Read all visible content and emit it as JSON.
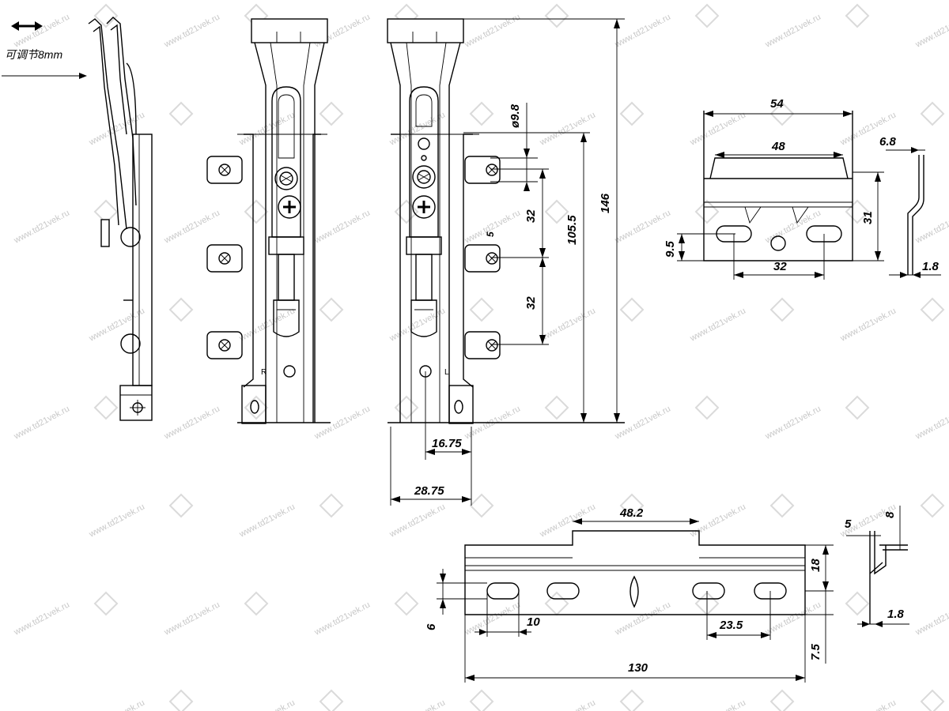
{
  "annotation": {
    "adjust_text": "可调节8mm"
  },
  "dimensions": {
    "d146": "146",
    "d105": "105.5",
    "d9_8": "ø9.8",
    "d32a": "32",
    "d32b": "32",
    "d5": "5",
    "d16_75": "16.75",
    "d28_75": "28.75",
    "d54": "54",
    "d48": "48",
    "d6_8": "6.8",
    "d31": "31",
    "d9_5": "9.5",
    "d32c": "32",
    "d1_8a": "1.8",
    "d48_2": "48.2",
    "d5b": "5",
    "d8": "8",
    "d18": "18",
    "d6": "6",
    "d10": "10",
    "d23_5": "23.5",
    "d1_8b": "1.8",
    "d7_5": "7.5",
    "d130": "130"
  },
  "labels": {
    "right": "R",
    "left": "L"
  },
  "watermark": {
    "text": "www.td21vek.ru"
  }
}
